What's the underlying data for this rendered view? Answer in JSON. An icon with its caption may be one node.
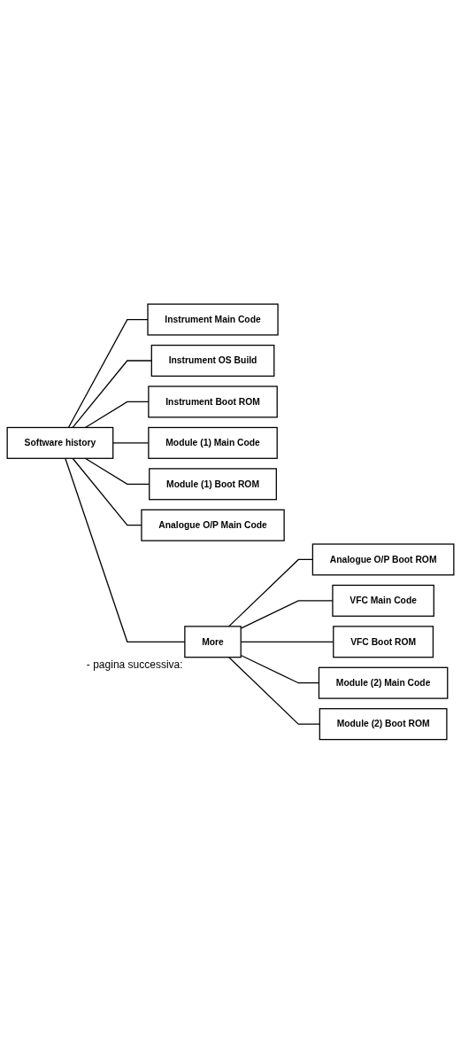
{
  "diagram": {
    "nodes": [
      {
        "text": [
          "Software history"
        ]
      },
      {
        "text": [
          "Instrument Main Code"
        ]
      },
      {
        "text": [
          "Instrument OS Build"
        ]
      },
      {
        "text": [
          "Instrument Boot ROM"
        ]
      },
      {
        "text": [
          "Module (1) Main Code"
        ]
      },
      {
        "text": [
          "Module (1) Boot ROM"
        ]
      },
      {
        "text": [
          "Analogue O/P Main Code"
        ]
      },
      {
        "text": [
          "More"
        ]
      },
      {
        "text": [
          "Analogue O/P Boot ROM"
        ]
      },
      {
        "text": [
          "VFC Main Code"
        ]
      },
      {
        "text": [
          "VFC Boot ROM"
        ]
      },
      {
        "text": [
          "Module (2) Main Code"
        ]
      },
      {
        "text": [
          "Module (2) Boot ROM"
        ]
      }
    ],
    "edges": [
      {
        "from": 0,
        "to": 1,
        "arrow": "none"
      },
      {
        "from": 0,
        "to": 2,
        "arrow": "none"
      },
      {
        "from": 0,
        "to": 3,
        "arrow": "none"
      },
      {
        "from": 0,
        "to": 4,
        "arrow": "none"
      },
      {
        "from": 0,
        "to": 5,
        "arrow": "none"
      },
      {
        "from": 0,
        "to": 6,
        "arrow": "none"
      },
      {
        "from": 0,
        "to": 7,
        "arrow": "none"
      },
      {
        "from": 7,
        "to": 8,
        "arrow": "none"
      },
      {
        "from": 7,
        "to": 9,
        "arrow": "none"
      },
      {
        "from": 7,
        "to": 10,
        "arrow": "none"
      },
      {
        "from": 7,
        "to": 11,
        "arrow": "none"
      },
      {
        "from": 7,
        "to": 12,
        "arrow": "none"
      }
    ],
    "labels": [
      "- pagina successiva:"
    ]
  }
}
